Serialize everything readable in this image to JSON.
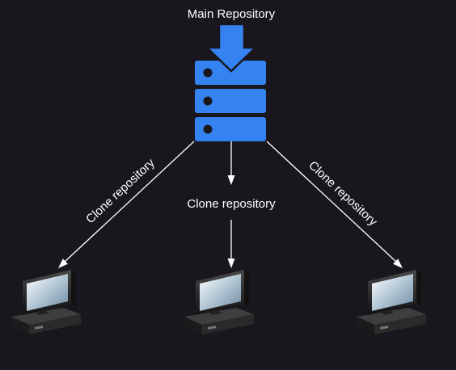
{
  "diagram": {
    "main_label": "Main Repository",
    "edges": [
      {
        "label": "Clone repository"
      },
      {
        "label": "Clone repository"
      },
      {
        "label": "Clone repository"
      }
    ]
  },
  "colors": {
    "background": "#19161d",
    "server_blue": "#3583f0",
    "server_dark": "#19161d",
    "arrow": "#ffffff",
    "text": "#ffffff"
  },
  "icons": {
    "repository": "server-stack-icon",
    "incoming": "down-arrow-icon",
    "client": "desktop-computer-icon"
  }
}
